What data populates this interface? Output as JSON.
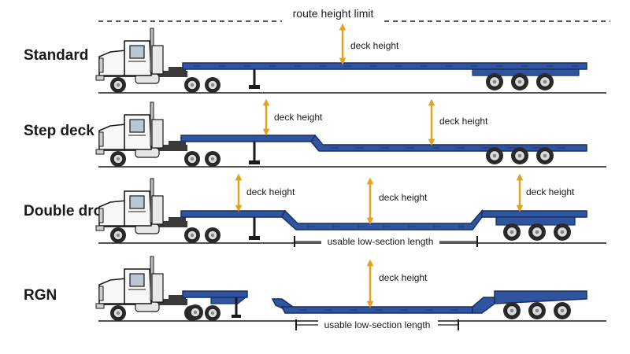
{
  "top": {
    "label": "route height limit"
  },
  "rows": [
    {
      "label": "Standard"
    },
    {
      "label": "Step deck"
    },
    {
      "label": "Double drop"
    },
    {
      "label": "RGN"
    }
  ],
  "annotations": {
    "deck_height": "deck height",
    "usable_low_section": "usable low-section length"
  },
  "colors": {
    "trailer": "#2f54a0",
    "trailer_dark": "#1a2f63",
    "arrow": "#e6a11a",
    "line": "#1a1a1a",
    "tire": "#2a2a2a",
    "hub": "#dcdcdc"
  }
}
